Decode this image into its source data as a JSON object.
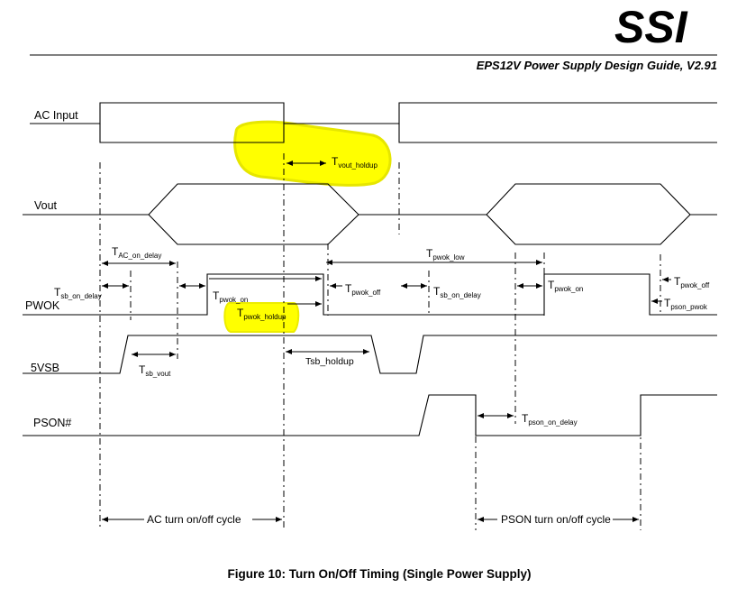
{
  "header": {
    "logo": "SSI",
    "doc_title": "EPS12V Power Supply Design Guide, V2.91"
  },
  "signals": {
    "ac_input": "AC Input",
    "vout": "Vout",
    "pwok": "PWOK",
    "vsb": "5VSB",
    "pson": "PSON#"
  },
  "timings": [
    {
      "main": "T",
      "sub": "AC_on_delay"
    },
    {
      "main": "T",
      "sub": "sb_on_delay"
    },
    {
      "main": "T",
      "sub": "pwok_on"
    },
    {
      "main": "T",
      "sub": "pwok_holdup"
    },
    {
      "main": "T",
      "sub": "vout_holdup"
    },
    {
      "main": "T",
      "sub": "pwok_low"
    },
    {
      "main": "T",
      "sub": "pwok_off"
    },
    {
      "main": "T",
      "sub": "sb_on_delay"
    },
    {
      "main": "T",
      "sub": "pwok_on"
    },
    {
      "main": "T",
      "sub": "pwok_off"
    },
    {
      "main": "T",
      "sub": "pson_pwok"
    },
    {
      "main": "T",
      "sub": "sb_vout"
    },
    {
      "main": "Tsb_holdup",
      "sub": ""
    },
    {
      "main": "T",
      "sub": "pson_on_delay"
    }
  ],
  "cycles": {
    "ac": "AC turn on/off cycle",
    "pson": "PSON turn on/off cycle"
  },
  "caption": "Figure 10:  Turn On/Off Timing (Single Power Supply)",
  "highlight_color": "#ffff00"
}
